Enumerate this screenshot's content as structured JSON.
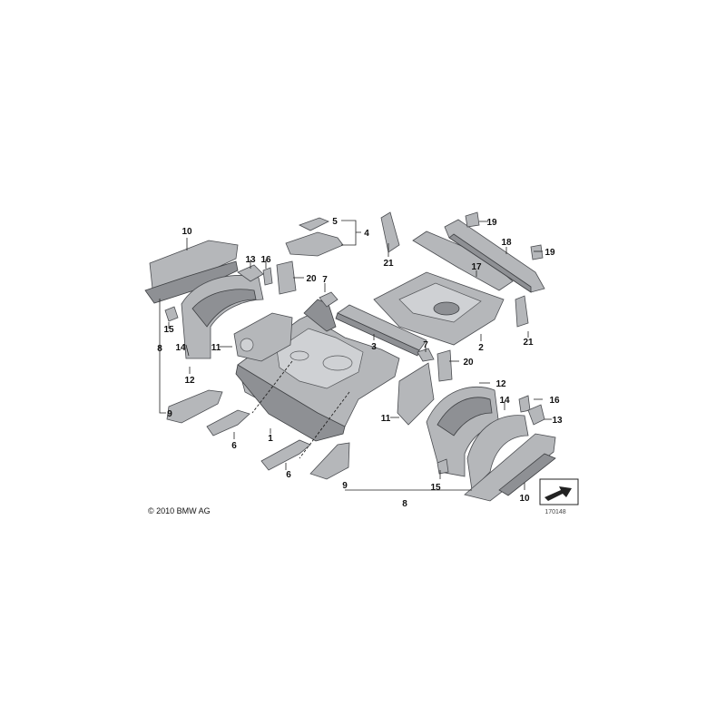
{
  "labels": {
    "l1": "1",
    "l2": "2",
    "l3": "3",
    "l4": "4",
    "l5": "5",
    "l6a": "6",
    "l6b": "6",
    "l7a": "7",
    "l7b": "7",
    "l8a": "8",
    "l8b": "8",
    "l9a": "9",
    "l9b": "9",
    "l10a": "10",
    "l10b": "10",
    "l11a": "11",
    "l11b": "11",
    "l12a": "12",
    "l12b": "12",
    "l13a": "13",
    "l13b": "13",
    "l14a": "14",
    "l14b": "14",
    "l15a": "15",
    "l15b": "15",
    "l16a": "16",
    "l16b": "16",
    "l17": "17",
    "l18": "18",
    "l19a": "19",
    "l19b": "19",
    "l20a": "20",
    "l20b": "20",
    "l21a": "21",
    "l21b": "21"
  },
  "copyright": "© 2010 BMW AG",
  "figure_id": "170148"
}
